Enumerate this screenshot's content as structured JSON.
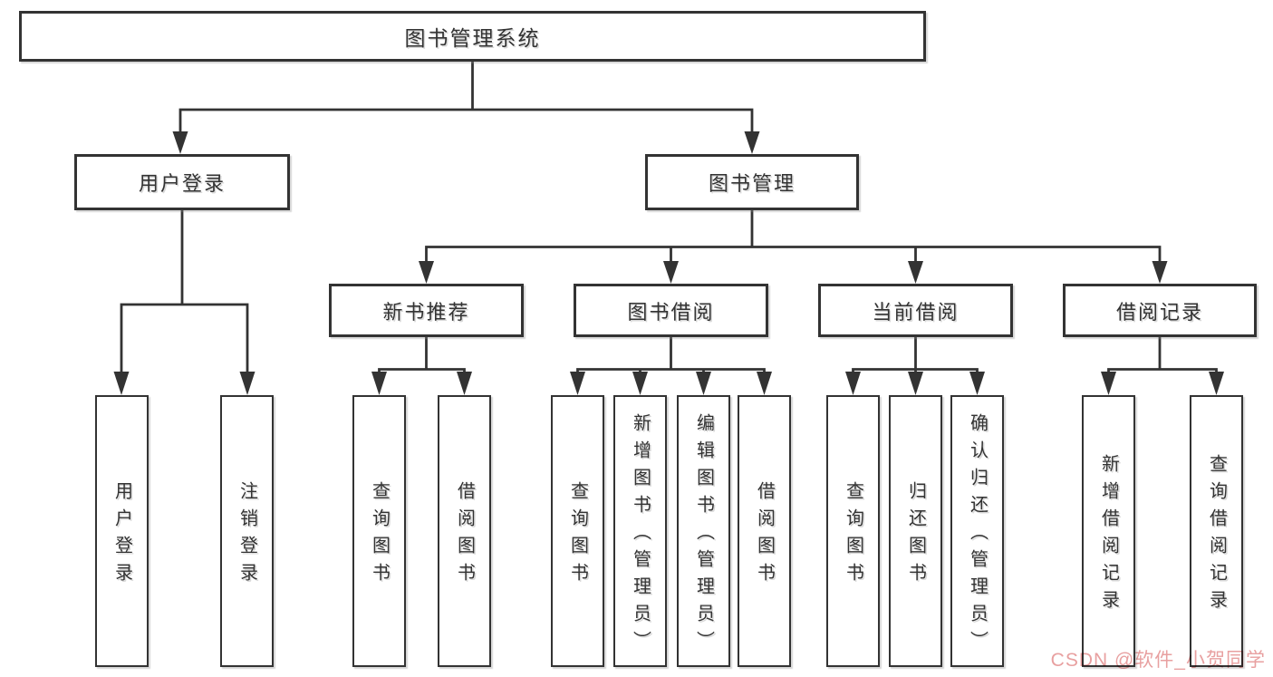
{
  "diagram": {
    "tree": {
      "label": "图书管理系统",
      "children": [
        {
          "label": "用户登录",
          "children": [
            {
              "label": "用户登录"
            },
            {
              "label": "注销登录"
            }
          ]
        },
        {
          "label": "图书管理",
          "children": [
            {
              "label": "新书推荐",
              "children": [
                {
                  "label": "查询图书"
                },
                {
                  "label": "借阅图书"
                }
              ]
            },
            {
              "label": "图书借阅",
              "children": [
                {
                  "label": "查询图书"
                },
                {
                  "label": "新增图书（管理员）"
                },
                {
                  "label": "编辑图书（管理员）"
                },
                {
                  "label": "借阅图书"
                }
              ]
            },
            {
              "label": "当前借阅",
              "children": [
                {
                  "label": "查询图书"
                },
                {
                  "label": "归还图书"
                },
                {
                  "label": "确认归还（管理员）"
                }
              ]
            },
            {
              "label": "借阅记录",
              "children": [
                {
                  "label": "新增借阅记录"
                },
                {
                  "label": "查询借阅记录"
                }
              ]
            }
          ]
        }
      ]
    },
    "colors": {
      "line": "#333333",
      "text": "#333333",
      "background": "#ffffff"
    }
  },
  "watermark": {
    "text": "CSDN @软件_小贺同学",
    "color": "#e8a0a0"
  }
}
